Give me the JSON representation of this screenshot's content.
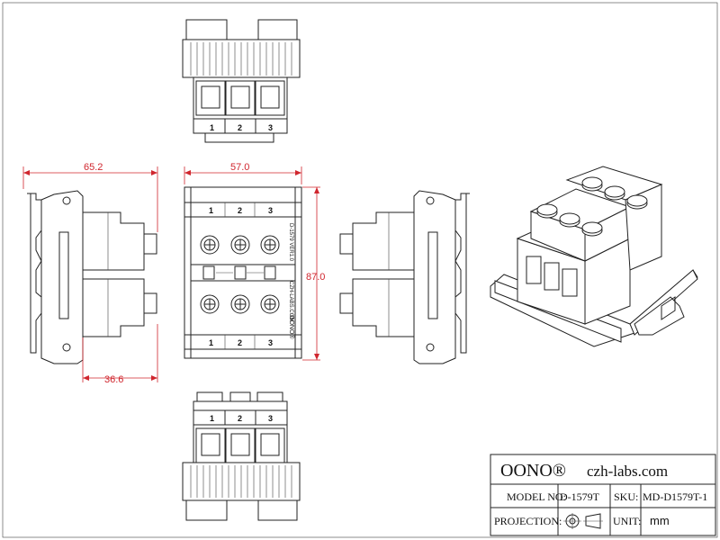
{
  "dimensions": {
    "side_width": "65.2",
    "front_width": "57.0",
    "height": "87.0",
    "rail_depth": "36.6"
  },
  "terminal_numbers": [
    "1",
    "2",
    "3"
  ],
  "board_text": {
    "model_line": "D-1579 VER1.0",
    "site_line": "CZH-LABS.COM",
    "brand_line": "OONO®"
  },
  "title_block": {
    "brand": "OONO®",
    "website": "czh-labs.com",
    "model_label": "MODEL NO:",
    "model_value": "D-1579T",
    "sku_label": "SKU:",
    "sku_value": "MD-D1579T-1",
    "projection_label": "PROJECTION:",
    "unit_label": "UNIT:",
    "unit_value": "mm"
  },
  "icons": [
    "first-angle-projection-icon"
  ],
  "colors": {
    "dimension": "#d0262e",
    "line": "#222222"
  }
}
